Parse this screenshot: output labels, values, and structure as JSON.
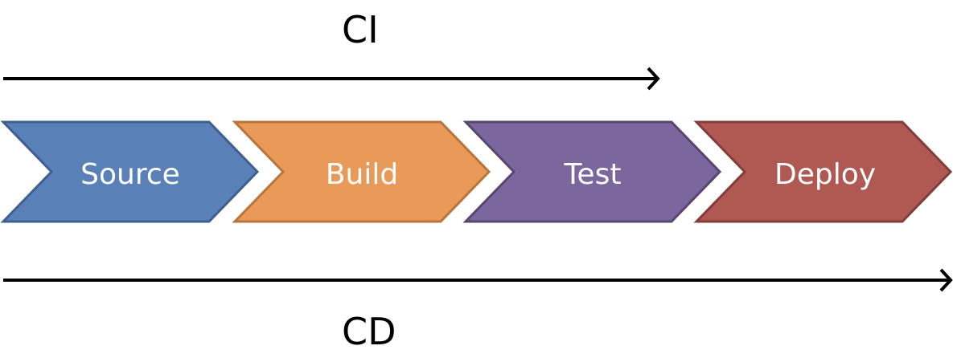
{
  "ci_label": "CI",
  "cd_label": "CD",
  "stages": [
    {
      "label": "Source",
      "fill": "#5a80b8",
      "stroke": "#3e5f8f"
    },
    {
      "label": "Build",
      "fill": "#e99a59",
      "stroke": "#b8743b"
    },
    {
      "label": "Test",
      "fill": "#7b669d",
      "stroke": "#57476f"
    },
    {
      "label": "Deploy",
      "fill": "#b05953",
      "stroke": "#833d39"
    }
  ]
}
